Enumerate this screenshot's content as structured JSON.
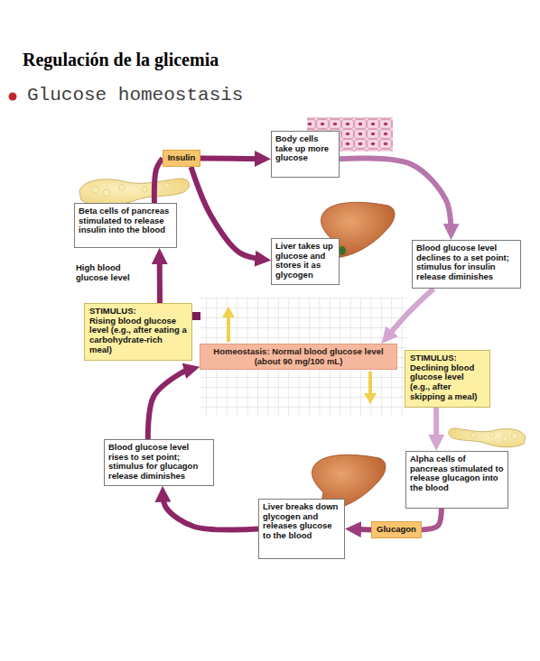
{
  "diagram": {
    "title": "Regulación de la glicemia",
    "nodes": [
      {
        "text": [
          "Insulin"
        ]
      },
      {
        "text": [
          "Body cells take up more glucose"
        ]
      },
      {
        "text": [
          "Beta cells of pancreas stimulated to release insulin into the blood"
        ]
      },
      {
        "text": [
          "Liver takes up glucose and stores it as glycogen"
        ]
      },
      {
        "text": [
          "Blood glucose level declines to a set point; stimulus for insulin release diminishes"
        ]
      },
      {
        "text": [
          "STIMULUS:",
          "Rising blood glucose level (e.g., after eating a carbohydrate-rich meal)"
        ]
      },
      {
        "text": [
          "Homeostasis: Normal blood glucose level (about 90 mg/100 mL)"
        ]
      },
      {
        "text": [
          "STIMULUS:",
          "Declining blood glucose level (e.g., after skipping a meal)"
        ]
      },
      {
        "text": [
          "Blood glucose level rises to set point; stimulus for glucagon release diminishes"
        ]
      },
      {
        "text": [
          "Alpha cells of pancreas stimulated to release glucagon into the blood"
        ]
      },
      {
        "text": [
          "Liver breaks down glycogen and releases glucose to the blood"
        ]
      },
      {
        "text": [
          "Glucagon"
        ]
      }
    ],
    "edges": [
      {
        "from": 5,
        "to": 2,
        "arrow": "to"
      },
      {
        "from": 2,
        "to": 0,
        "arrow": "none"
      },
      {
        "from": 0,
        "to": 1,
        "arrow": "to"
      },
      {
        "from": 0,
        "to": 3,
        "arrow": "to"
      },
      {
        "from": 1,
        "to": 4,
        "arrow": "to"
      },
      {
        "from": 4,
        "to": 6,
        "arrow": "to"
      },
      {
        "from": 7,
        "to": 9,
        "arrow": "to"
      },
      {
        "from": 9,
        "to": 11,
        "arrow": "none"
      },
      {
        "from": 11,
        "to": 10,
        "arrow": "to"
      },
      {
        "from": 10,
        "to": 8,
        "arrow": "to"
      },
      {
        "from": 8,
        "to": 6,
        "arrow": "to"
      }
    ],
    "labels": [
      "Glucose homeostasis",
      "High blood glucose level"
    ]
  }
}
